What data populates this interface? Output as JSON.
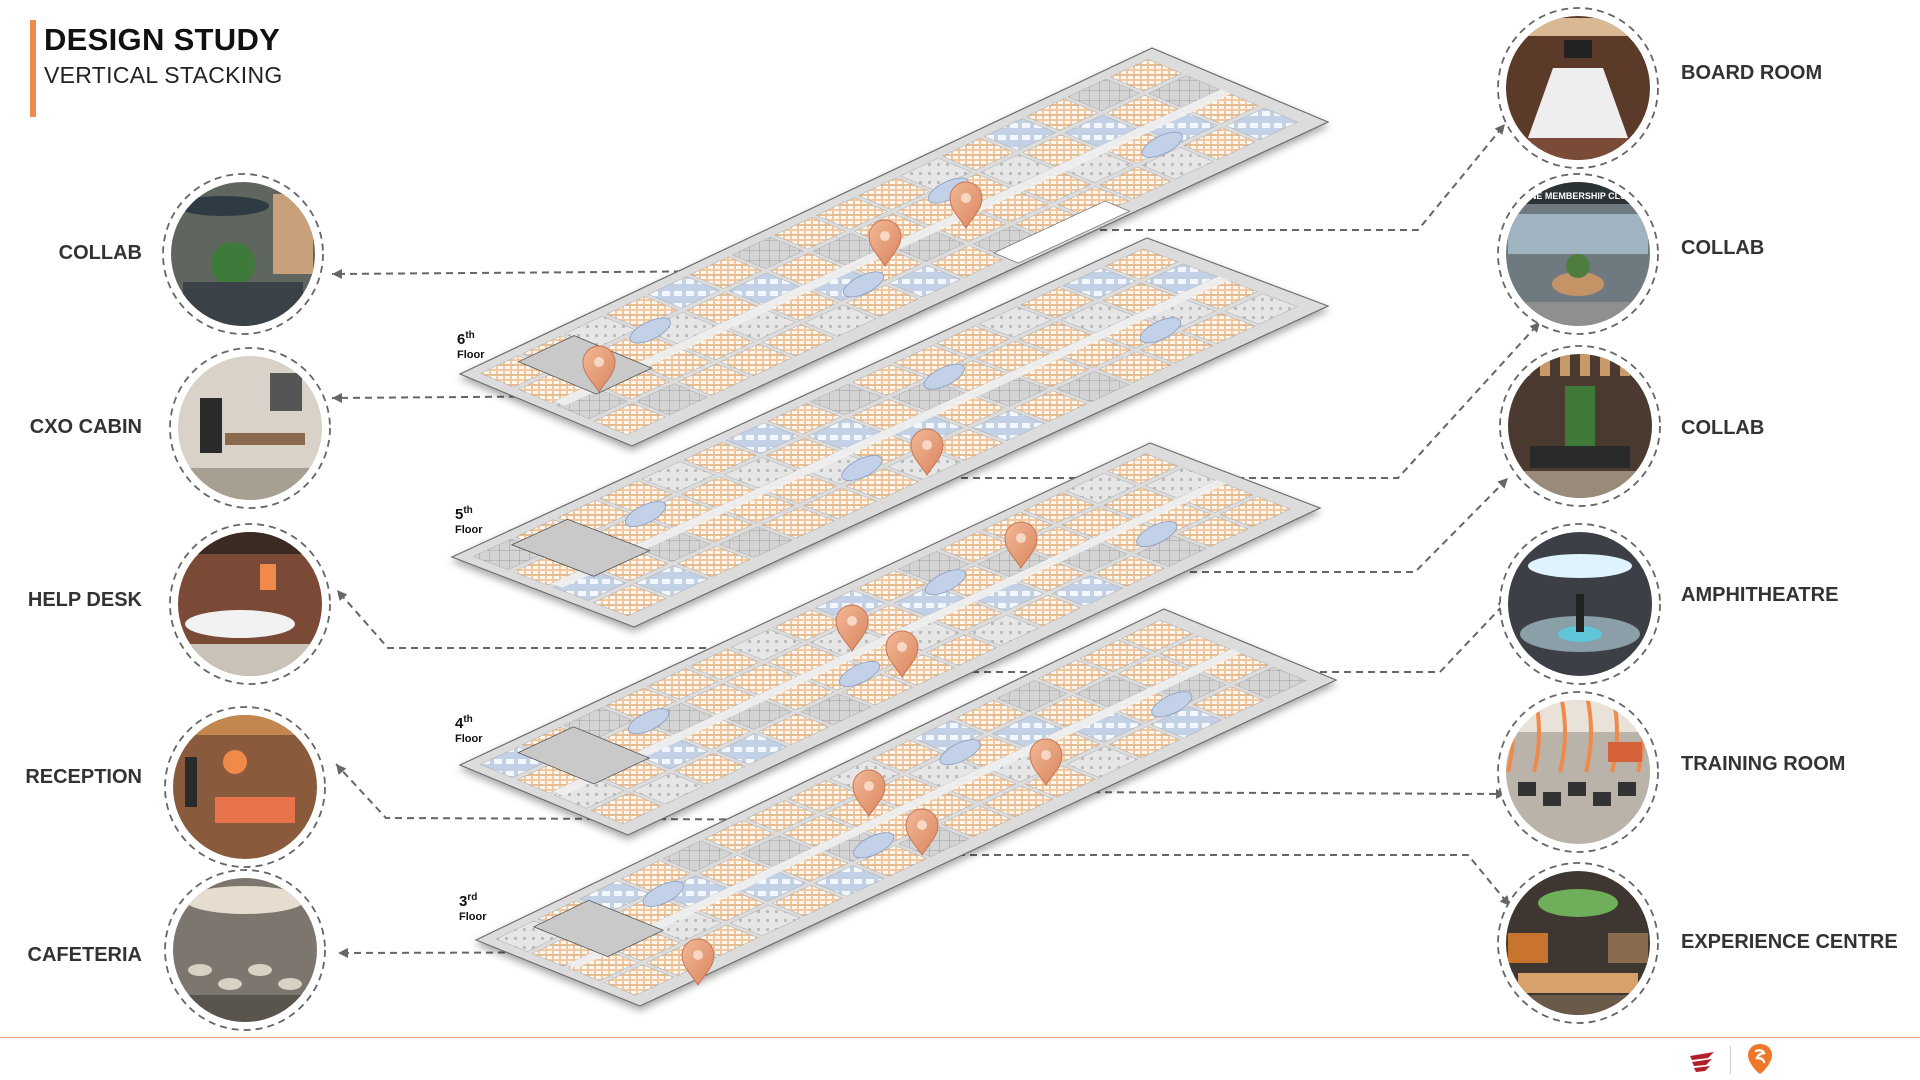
{
  "header": {
    "title": "DESIGN STUDY",
    "subtitle": "VERTICAL STACKING"
  },
  "floors": [
    {
      "number": "6",
      "suffix": "th",
      "word": "Floor"
    },
    {
      "number": "5",
      "suffix": "th",
      "word": "Floor"
    },
    {
      "number": "4",
      "suffix": "th",
      "word": "Floor"
    },
    {
      "number": "3",
      "suffix": "rd",
      "word": "Floor"
    }
  ],
  "spaces_left": [
    {
      "label": "COLLAB",
      "scene": "collab"
    },
    {
      "label": "CXO CABIN",
      "scene": "cabin"
    },
    {
      "label": "HELP DESK",
      "scene": "helpdesk"
    },
    {
      "label": "RECEPTION",
      "scene": "reception"
    },
    {
      "label": "CAFETERIA",
      "scene": "cafeteria"
    }
  ],
  "spaces_right": [
    {
      "label": "BOARD ROOM",
      "scene": "boardroom"
    },
    {
      "label": "COLLAB",
      "scene": "collab2",
      "signage": "ONE MEMBERSHIP CLUB"
    },
    {
      "label": "COLLAB",
      "scene": "collab3"
    },
    {
      "label": "AMPHITHEATRE",
      "scene": "amphi"
    },
    {
      "label": "TRAINING ROOM",
      "scene": "training"
    },
    {
      "label": "EXPERIENCE CENTRE",
      "scene": "experience"
    }
  ],
  "colors": {
    "accent": "#f08a4b",
    "pin": "#e9a27f",
    "desk": "#f3c79d",
    "meeting": "#b9c9e0",
    "slab": "#dddddd",
    "connector": "#666666"
  },
  "icons": {
    "pin": "map-pin-icon",
    "logo_left": "airline-logo-icon",
    "logo_right": "brand-logo-icon"
  }
}
